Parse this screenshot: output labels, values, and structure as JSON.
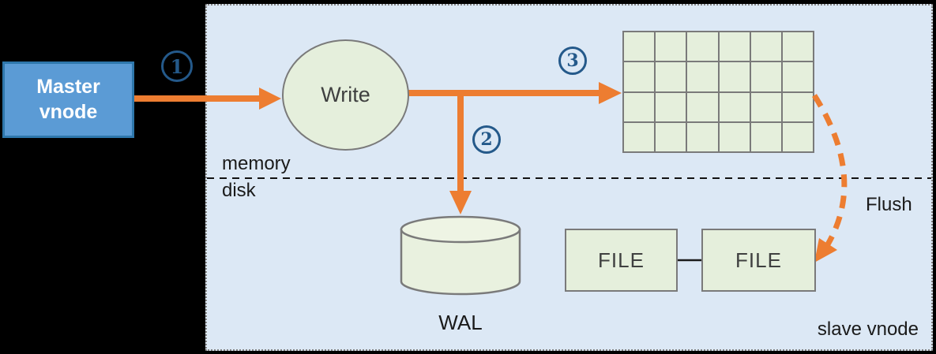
{
  "title": "Write flow on slave vnode diagram",
  "colors": {
    "bg_black": "#000000",
    "panel_bg": "#dce8f5",
    "panel_border": "#828282",
    "shape_green": "#e5efdc",
    "shape_border": "#7a7a7a",
    "master_fill": "#5b9bd5",
    "master_border": "#2e77ac",
    "master_text": "#ffffff",
    "orange": "#ed7d31",
    "step_blue": "#24598a",
    "text_dark": "#3f4040"
  },
  "nodes": {
    "master": {
      "line1": "Master",
      "line2": "vnode"
    },
    "write": {
      "label": "Write"
    },
    "mem_table": {
      "rows": 4,
      "cols": 6
    },
    "wal": {
      "caption": "WAL"
    },
    "file_left": {
      "label": "FILE"
    },
    "file_right": {
      "label": "FILE"
    }
  },
  "steps": {
    "one": "1",
    "two": "2",
    "three": "3"
  },
  "labels": {
    "memory": "memory",
    "disk": "disk",
    "flush": "Flush",
    "slave": "slave vnode"
  }
}
